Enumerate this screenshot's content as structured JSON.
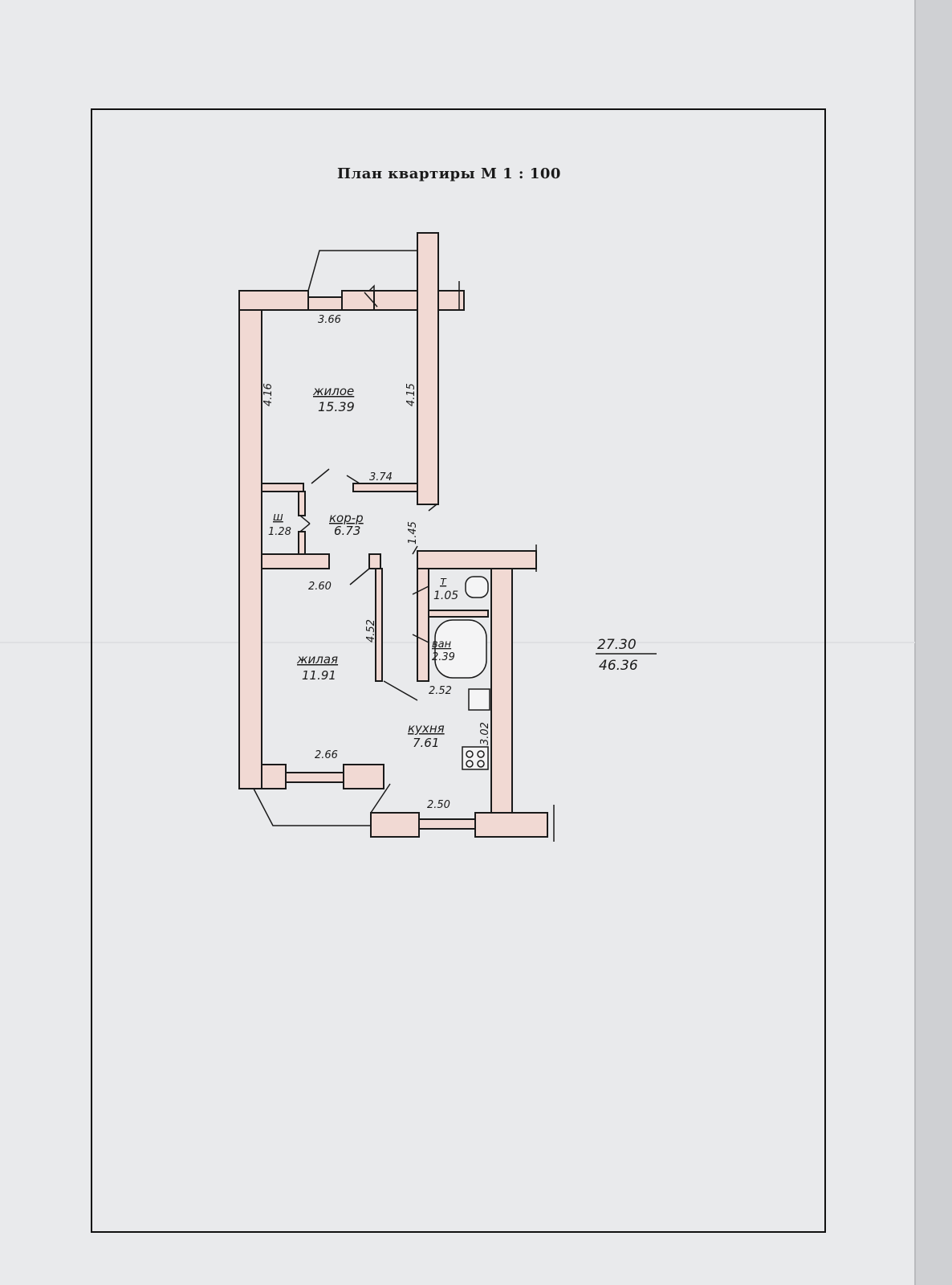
{
  "title": "План квартиры М 1 : 100",
  "colors": {
    "wall_fill": "#f1d9d3",
    "ink": "#1a1a1a",
    "paper": "#e9eaec"
  },
  "rooms": [
    {
      "name": "жилое",
      "area": "15.39"
    },
    {
      "name": "кор-р",
      "area": "6.73"
    },
    {
      "name": "ш",
      "area": "1.28"
    },
    {
      "name": "жилая",
      "area": "11.91"
    },
    {
      "name": "т",
      "area": "1.05"
    },
    {
      "name": "ван",
      "area": "2.39"
    },
    {
      "name": "кухня",
      "area": "7.61"
    }
  ],
  "dimensions": [
    "3.66",
    "4.16",
    "4.15",
    "3.74",
    "1.45",
    "2.60",
    "4.52",
    "2.66",
    "2.52",
    "3.02",
    "2.50"
  ],
  "totals": {
    "living": "27.30",
    "total": "46.36"
  }
}
